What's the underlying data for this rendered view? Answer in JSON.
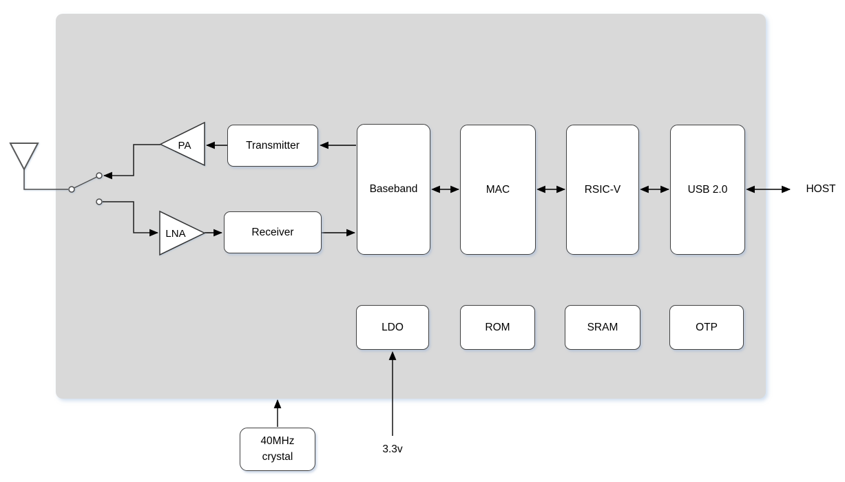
{
  "blocks": {
    "transmitter": "Transmitter",
    "receiver": "Receiver",
    "baseband": "Baseband",
    "mac": "MAC",
    "riscv": "RSIC-V",
    "usb": "USB 2.0",
    "ldo": "LDO",
    "rom": "ROM",
    "sram": "SRAM",
    "otp": "OTP"
  },
  "crystal": {
    "line1": "40MHz",
    "line2": "crystal"
  },
  "amplifiers": {
    "pa": "PA",
    "lna": "LNA"
  },
  "labels": {
    "host": "HOST",
    "supply_voltage": "3.3v"
  },
  "colors": {
    "chip_fill": "#d9d9d9",
    "block_fill": "#ffffff",
    "block_border": "#404040",
    "wire": "#000000",
    "antenna_stroke": "#595959"
  }
}
